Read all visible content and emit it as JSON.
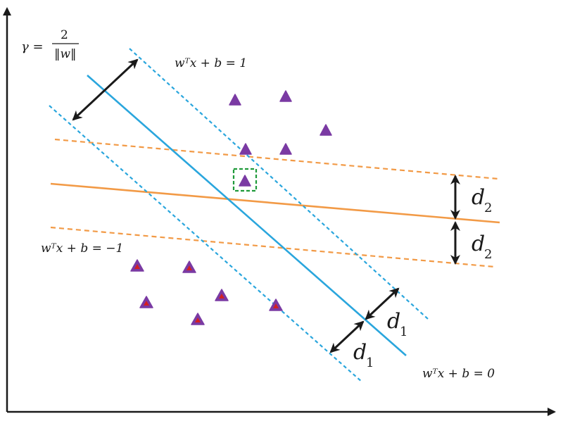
{
  "equations": {
    "upper_margin": "wᵀx + b = 1",
    "lower_margin": "wᵀx + b = −1",
    "hyperplane": "wᵀx + b = 0"
  },
  "margin_formula": {
    "lhs": "γ =",
    "numerator": "2",
    "denominator": "‖w‖"
  },
  "distance_labels": {
    "d1": "d",
    "d1_sub": "1",
    "d2": "d",
    "d2_sub": "2"
  },
  "colors": {
    "svm_line": "#2aa6dd",
    "alt_line": "#f29a46",
    "marker_fill": "#7a3aa3",
    "marker_inner": "#d42020",
    "highlight_box": "#1f9a3a",
    "arrow": "#1a1a1a"
  }
}
